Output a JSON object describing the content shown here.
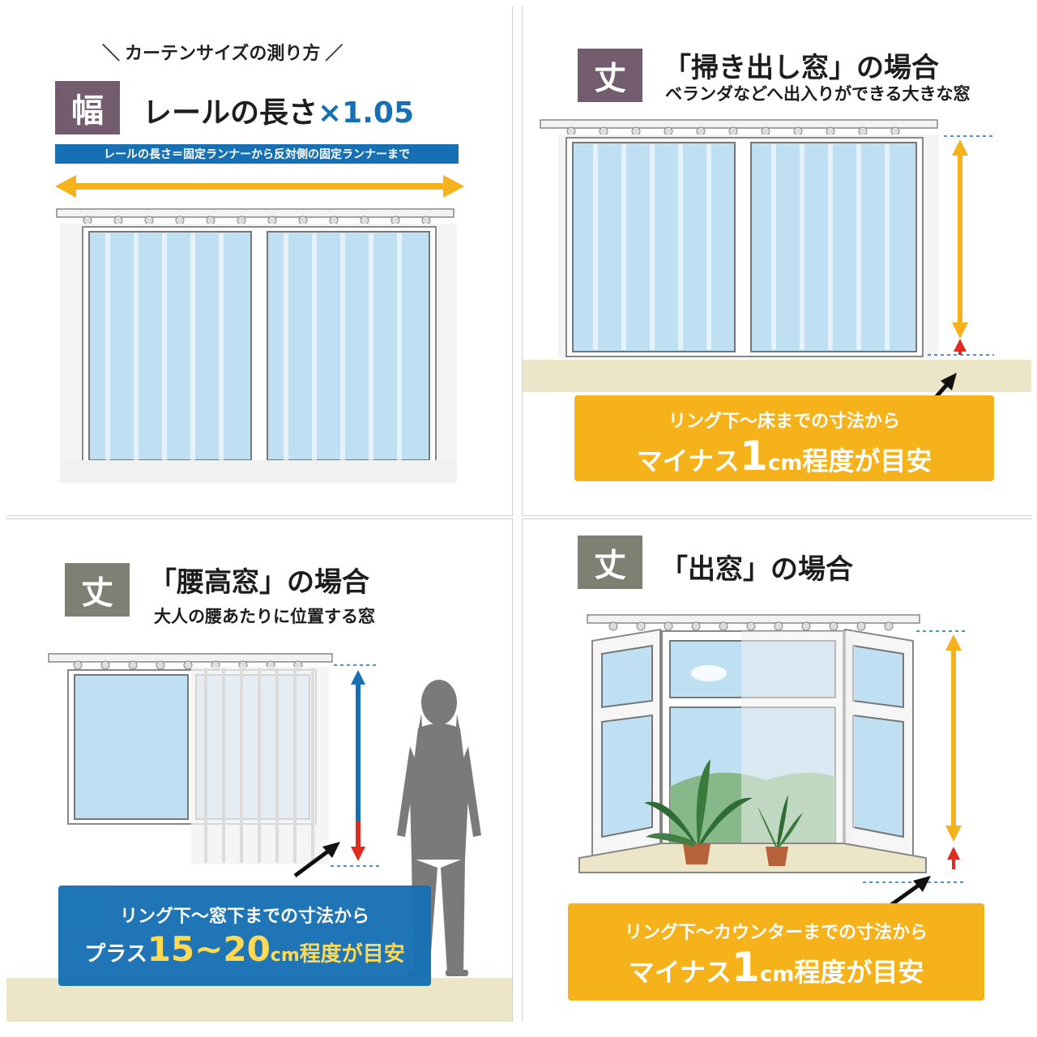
{
  "width_panel": {
    "howto": "カーテンサイズの測り方",
    "badge": "幅",
    "title": "レールの長さ",
    "multiplier": "×1.05",
    "rail_note": "レールの長さ＝固定ランナーから反対側の固定ランナーまで"
  },
  "floor_panel": {
    "badge": "丈",
    "title": "「掃き出し窓」の場合",
    "subtitle": "ベランダなどへ出入りができる大きな窓",
    "callout_line1": "リング下～床までの寸法から",
    "callout_prefix": "マイナス",
    "callout_number": "1",
    "callout_unit": "cm",
    "callout_suffix": "程度が目安"
  },
  "waist_panel": {
    "badge": "丈",
    "title": "「腰高窓」の場合",
    "subtitle": "大人の腰あたりに位置する窓",
    "callout_line1": "リング下～窓下までの寸法から",
    "callout_prefix": "プラス",
    "callout_number": "15~20",
    "callout_unit": "cm",
    "callout_suffix": "程度が目安"
  },
  "bay_panel": {
    "badge": "丈",
    "title": "「出窓」の場合",
    "callout_line1": "リング下～カウンターまでの寸法から",
    "callout_prefix": "マイナス",
    "callout_number": "1",
    "callout_unit": "cm",
    "callout_suffix": "程度が目安"
  },
  "colors": {
    "badge_purple": "#725c6e",
    "badge_olive": "#7f8074",
    "accent_orange": "#f5b21a",
    "accent_blue": "#1670b3",
    "glass_blue": "#bfe0f2",
    "floor_beige": "#ece5c8",
    "arrow_red": "#e02b20"
  }
}
